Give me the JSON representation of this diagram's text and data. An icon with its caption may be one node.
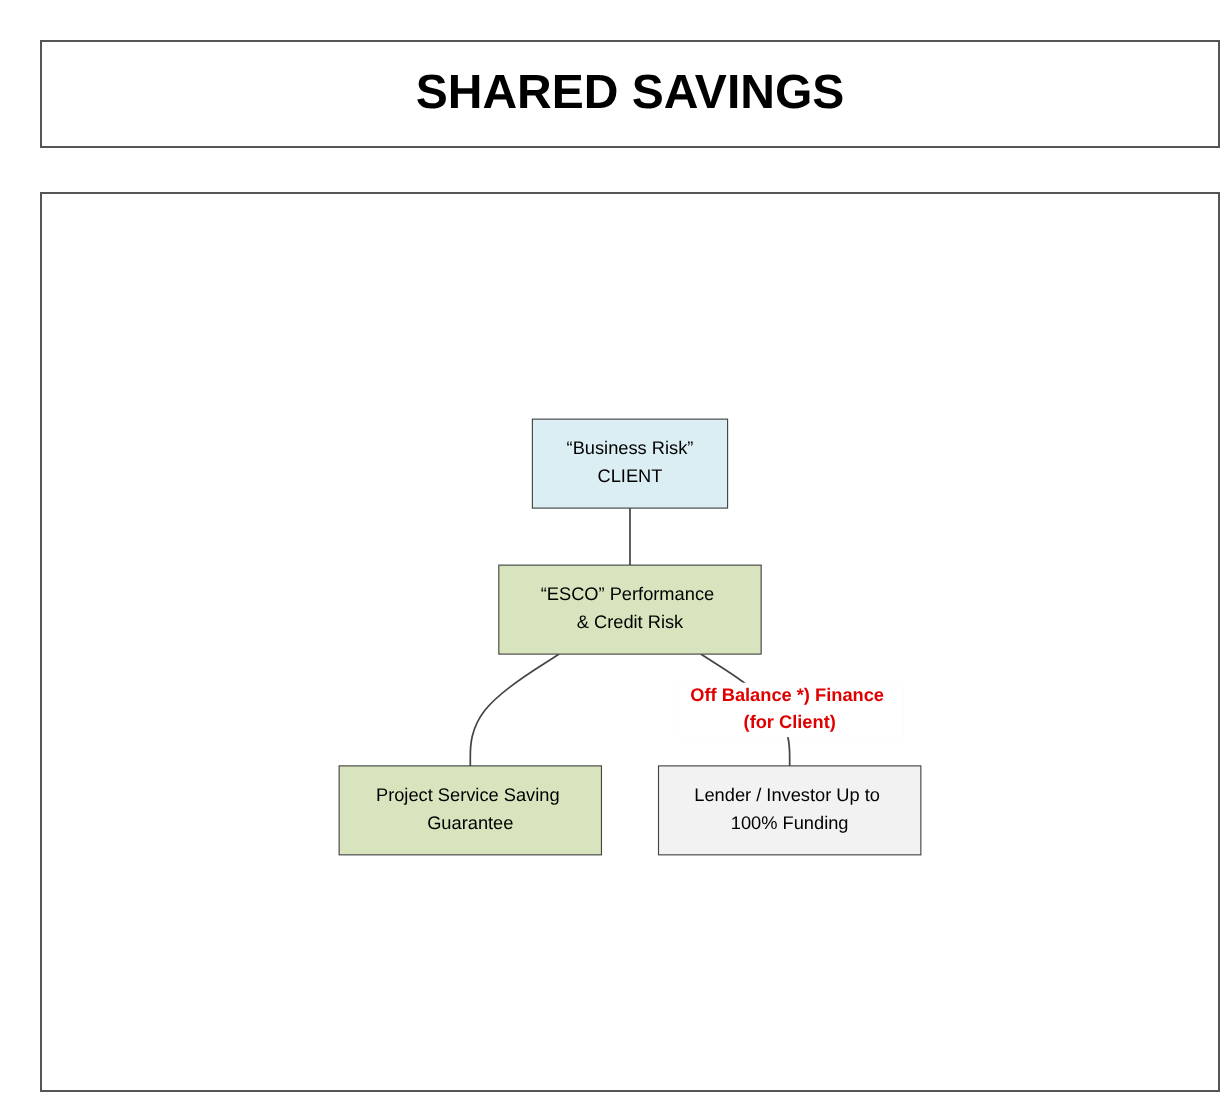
{
  "diagram": {
    "title": "SHARED SAVINGS",
    "nodes": [
      {
        "text": [
          "“Business Risk”",
          "CLIENT"
        ]
      },
      {
        "text": [
          "“ESCO” Performance & Credit Risk"
        ]
      },
      {
        "text": [
          "Project Service Saving Guarantee"
        ]
      },
      {
        "text": [
          "Lender / Investor Up to 100% Funding"
        ]
      }
    ],
    "edges": [
      {
        "from": 0,
        "to": 1,
        "arrow": "none"
      },
      {
        "from": 1,
        "to": 2,
        "arrow": "none"
      },
      {
        "from": 1,
        "to": 3,
        "arrow": "none",
        "label": "Off Balance *) Finance (for Client)"
      }
    ]
  }
}
